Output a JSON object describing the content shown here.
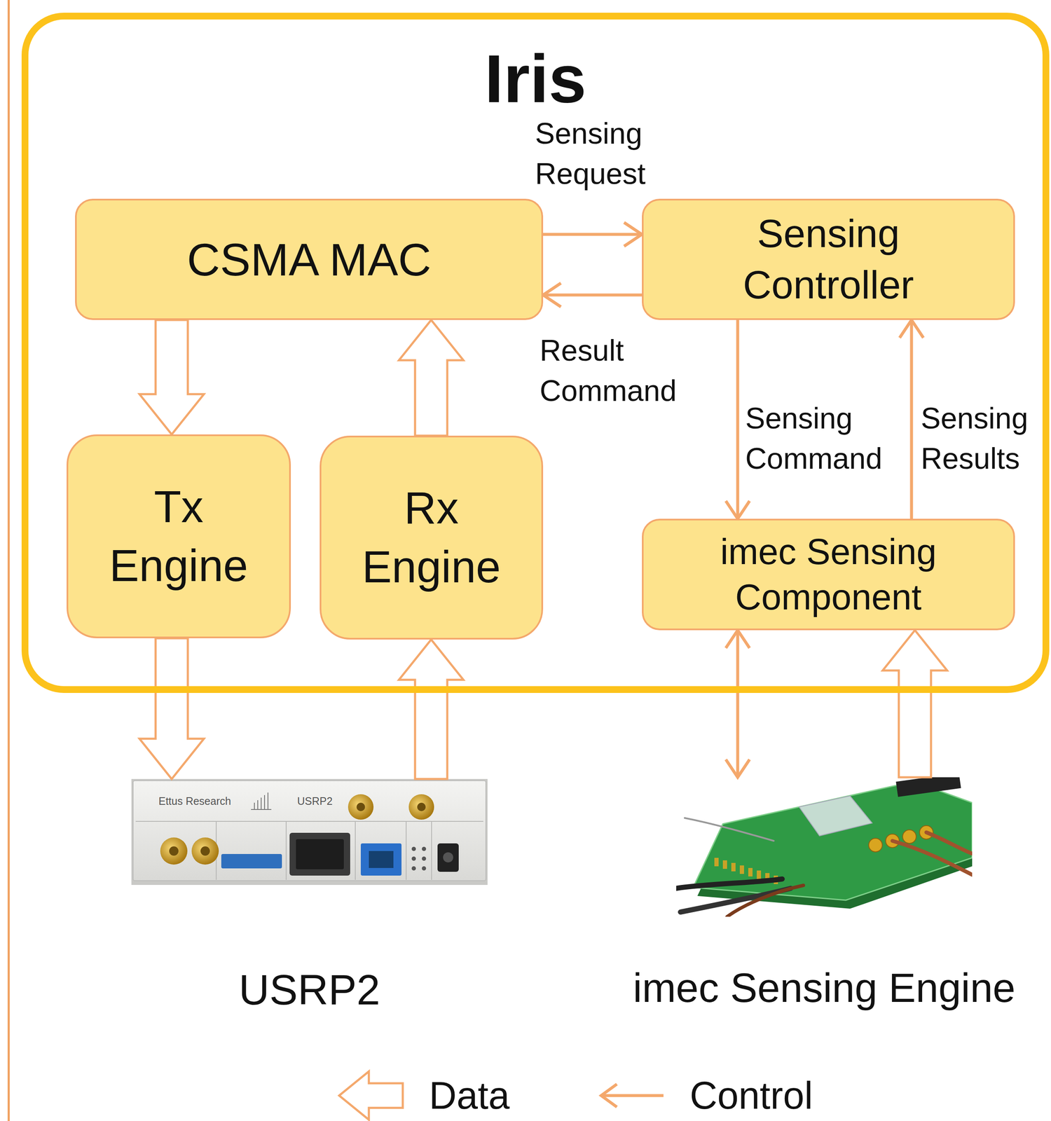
{
  "diagram": {
    "nodes": [
      {
        "text": [
          "Iris"
        ]
      },
      {
        "text": [
          "CSMA MAC"
        ],
        "in": 0
      },
      {
        "text": [
          "Sensing Controller"
        ],
        "in": 0
      },
      {
        "text": [
          "Tx Engine"
        ],
        "in": 0
      },
      {
        "text": [
          "Rx Engine"
        ],
        "in": 0
      },
      {
        "text": [
          "imec Sensing Component"
        ],
        "in": 0
      },
      {
        "text": [
          "USRP2"
        ]
      },
      {
        "text": [
          "imec Sensing Engine"
        ]
      }
    ],
    "edges": [
      {
        "from": 1,
        "to": 2,
        "label": "Sensing Request",
        "arrow": "to"
      },
      {
        "from": 2,
        "to": 1,
        "label": "Result Command",
        "arrow": "to"
      },
      {
        "from": 1,
        "to": 3,
        "arrow": "to"
      },
      {
        "from": 4,
        "to": 1,
        "arrow": "to"
      },
      {
        "from": 2,
        "to": 5,
        "label": "Sensing Command",
        "arrow": "to"
      },
      {
        "from": 5,
        "to": 2,
        "label": "Sensing Results",
        "arrow": "to"
      },
      {
        "from": 3,
        "to": 6,
        "arrow": "to"
      },
      {
        "from": 6,
        "to": 4,
        "arrow": "to"
      },
      {
        "from": 5,
        "to": 7,
        "arrow": "both"
      },
      {
        "from": 7,
        "to": 5,
        "arrow": "to"
      }
    ],
    "labels": [
      "Ettus Research",
      "USRP2"
    ],
    "legend": [
      {
        "text": "Data"
      },
      {
        "text": "Control"
      }
    ]
  }
}
